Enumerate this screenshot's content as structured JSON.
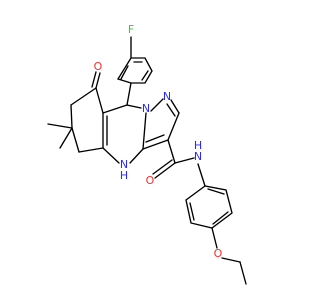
{
  "atom_labels": {
    "fluorine": "F",
    "carbonyl_oxygen": "O",
    "pyrazole_n1": "N",
    "pyrazole_n2": "N",
    "ring_nh": "N",
    "ring_h": "H",
    "amide_n": "N",
    "amide_h": "H",
    "amide_oxygen": "O",
    "ether_oxygen": "O"
  },
  "colors": {
    "bond": "#000000",
    "nitrogen": "#2a2aff",
    "oxygen": "#ff2a2a",
    "fluorine": "#33cc33"
  }
}
